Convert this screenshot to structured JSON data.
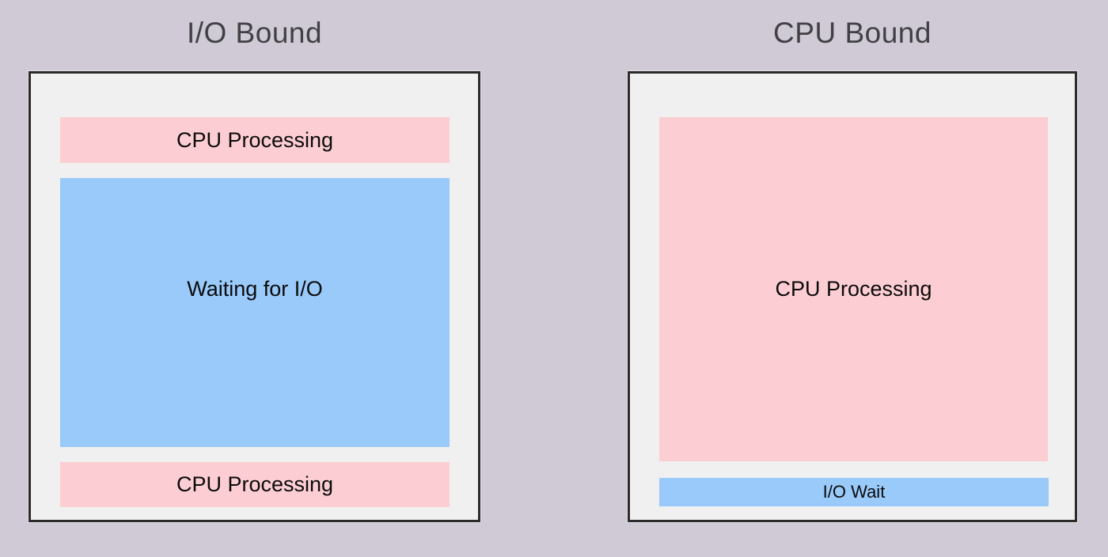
{
  "colors": {
    "background": "#CFCAD6",
    "panel_bg": "#F0F0F0",
    "panel_border": "#2B2B2B",
    "cpu_block": "#FCCED3",
    "io_block": "#99CAFA",
    "title_text": "#414145",
    "label_text": "#0B0B0B"
  },
  "panels": [
    {
      "title": "I/O Bound",
      "blocks": [
        {
          "label": "CPU Processing",
          "type": "cpu"
        },
        {
          "label": "Waiting for I/O",
          "type": "io"
        },
        {
          "label": "CPU Processing",
          "type": "cpu"
        }
      ]
    },
    {
      "title": "CPU Bound",
      "blocks": [
        {
          "label": "CPU Processing",
          "type": "cpu"
        },
        {
          "label": "I/O Wait",
          "type": "io"
        }
      ]
    }
  ]
}
